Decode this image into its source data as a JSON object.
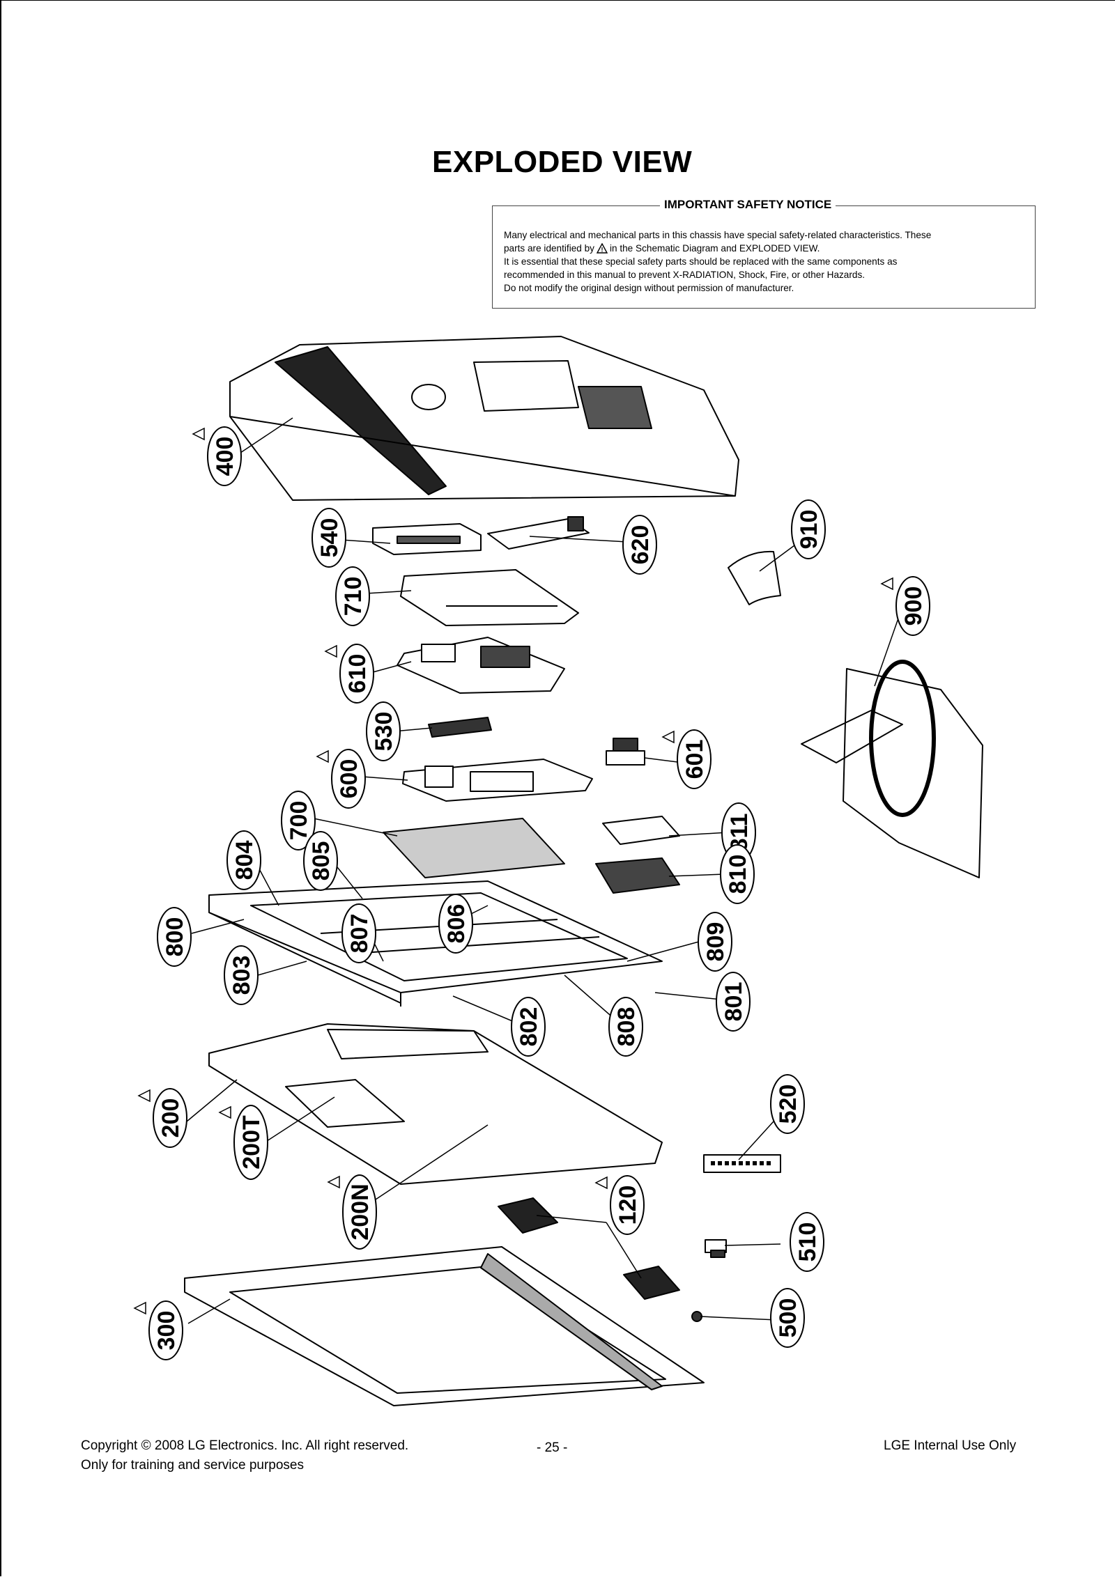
{
  "page": {
    "title": "EXPLODED VIEW"
  },
  "notice": {
    "heading": "IMPORTANT SAFETY NOTICE",
    "line1": "Many electrical and mechanical parts in this chassis have special safety-related characteristics. These",
    "line2_before": "parts are identified by",
    "line2_after": "in the Schematic Diagram and EXPLODED VIEW.",
    "line3": "It is essential that these special safety parts should be replaced with the same components as",
    "line4": "recommended in this manual to prevent X-RADIATION, Shock, Fire, or other Hazards.",
    "line5": "Do not modify the original design without permission of manufacturer."
  },
  "callouts": [
    {
      "label": "400",
      "safety": true
    },
    {
      "label": "540",
      "safety": false
    },
    {
      "label": "620",
      "safety": false
    },
    {
      "label": "910",
      "safety": false
    },
    {
      "label": "710",
      "safety": false
    },
    {
      "label": "900",
      "safety": true
    },
    {
      "label": "610",
      "safety": true
    },
    {
      "label": "530",
      "safety": false
    },
    {
      "label": "601",
      "safety": true
    },
    {
      "label": "600",
      "safety": true
    },
    {
      "label": "700",
      "safety": false
    },
    {
      "label": "811",
      "safety": false
    },
    {
      "label": "804",
      "safety": false
    },
    {
      "label": "805",
      "safety": false
    },
    {
      "label": "810",
      "safety": false
    },
    {
      "label": "800",
      "safety": false
    },
    {
      "label": "807",
      "safety": false
    },
    {
      "label": "806",
      "safety": false
    },
    {
      "label": "809",
      "safety": false
    },
    {
      "label": "803",
      "safety": false
    },
    {
      "label": "801",
      "safety": false
    },
    {
      "label": "802",
      "safety": false
    },
    {
      "label": "808",
      "safety": false
    },
    {
      "label": "520",
      "safety": false
    },
    {
      "label": "200",
      "safety": true
    },
    {
      "label": "200T",
      "safety": true
    },
    {
      "label": "200N",
      "safety": true
    },
    {
      "label": "120",
      "safety": true
    },
    {
      "label": "510",
      "safety": false
    },
    {
      "label": "300",
      "safety": true
    },
    {
      "label": "500",
      "safety": false
    }
  ],
  "footer": {
    "copyright": "Copyright © 2008 LG Electronics. Inc. All right reserved.",
    "purpose": "Only for training and service purposes",
    "page_number": "- 25 -",
    "internal": "LGE Internal Use Only"
  }
}
